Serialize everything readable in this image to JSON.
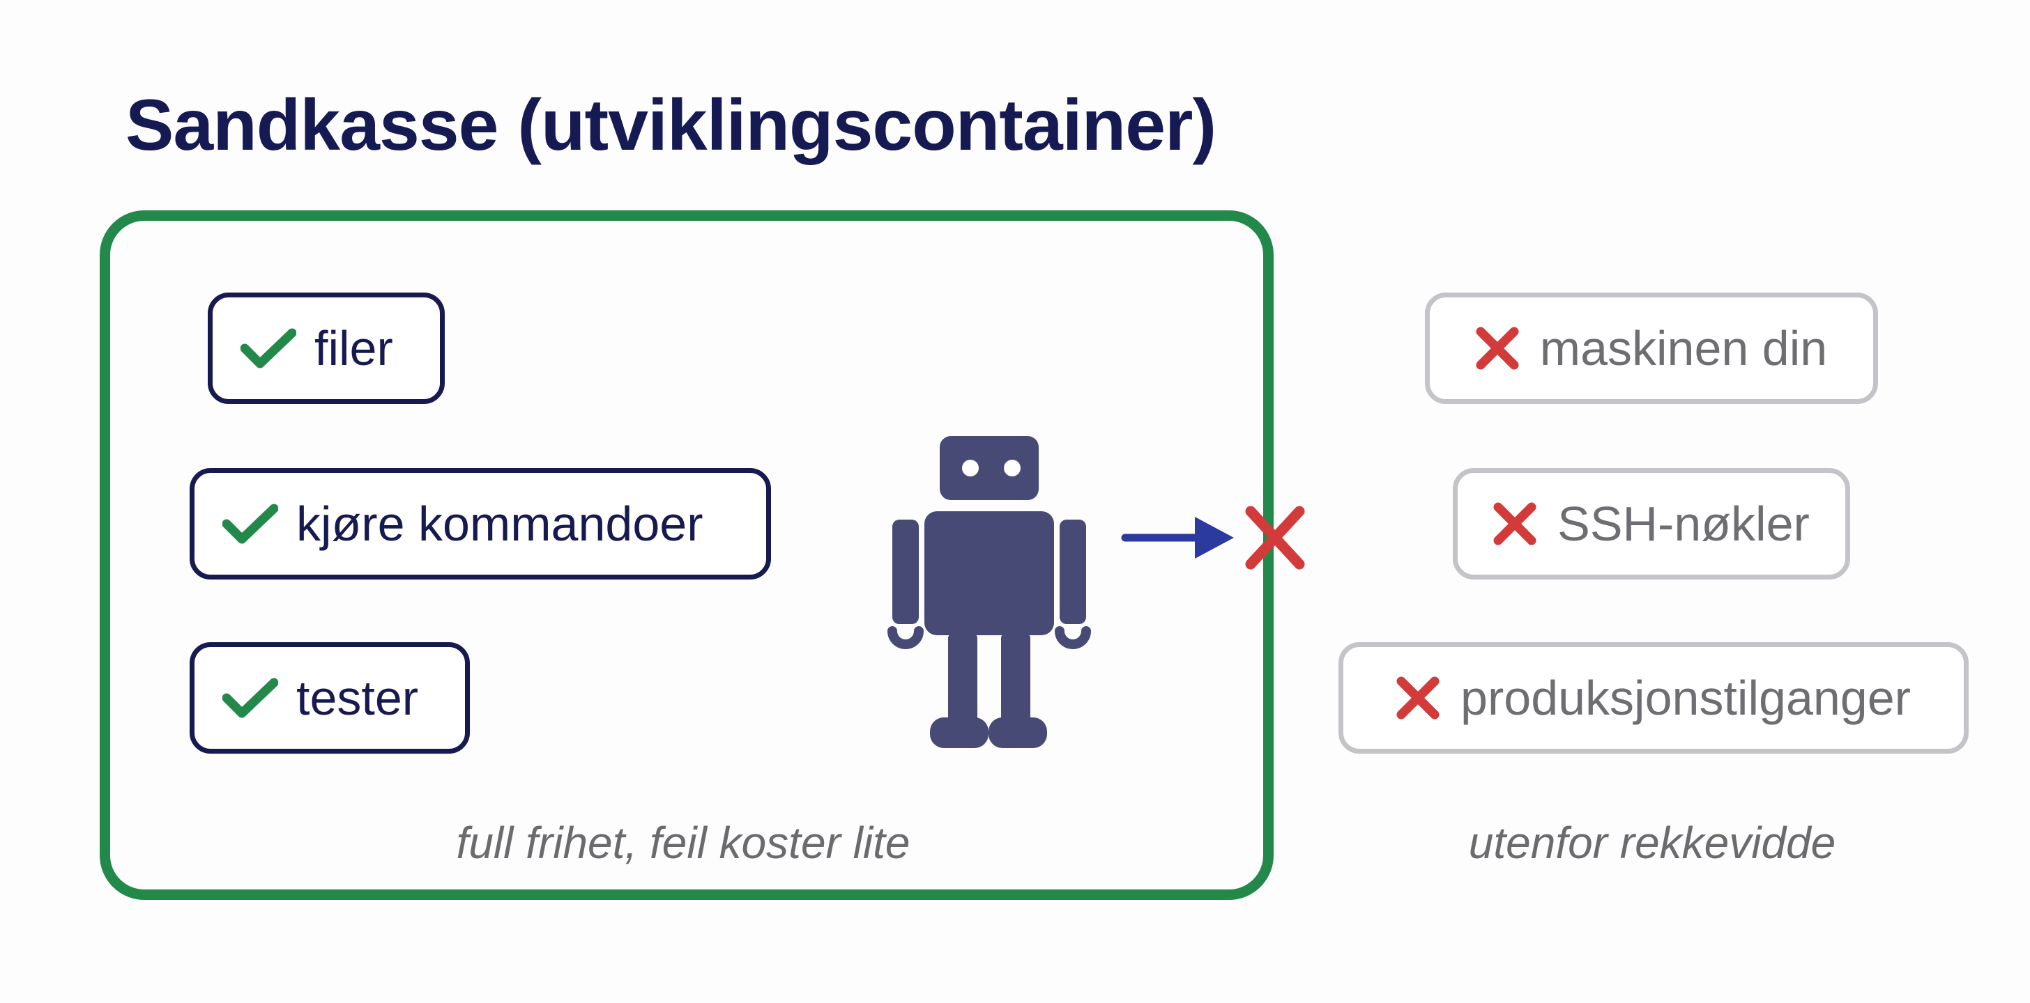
{
  "title": "Sandkasse (utviklingscontainer)",
  "sandbox": {
    "allowed": [
      {
        "label": "filer"
      },
      {
        "label": "kjøre kommandoer"
      },
      {
        "label": "tester"
      }
    ],
    "caption": "full frihet, feil koster lite"
  },
  "outside": {
    "denied": [
      {
        "label": "maskinen din"
      },
      {
        "label": "SSH-nøkler"
      },
      {
        "label": "produksjonstilganger"
      }
    ],
    "caption": "utenfor rekkevidde"
  },
  "icons": {
    "allowed": "check-icon",
    "denied": "cross-icon",
    "agent": "robot-icon",
    "arrow": "arrow-right-icon",
    "blocked": "cross-icon"
  },
  "colors": {
    "title": "#161a52",
    "sandbox_border": "#22894a",
    "allowed_border": "#171a4f",
    "check": "#22894a",
    "denied_border": "#c4c4c8",
    "cross": "#d33a3a",
    "robot": "#464a75",
    "arrow": "#2b3a9e",
    "caption": "#6b6b6f"
  }
}
